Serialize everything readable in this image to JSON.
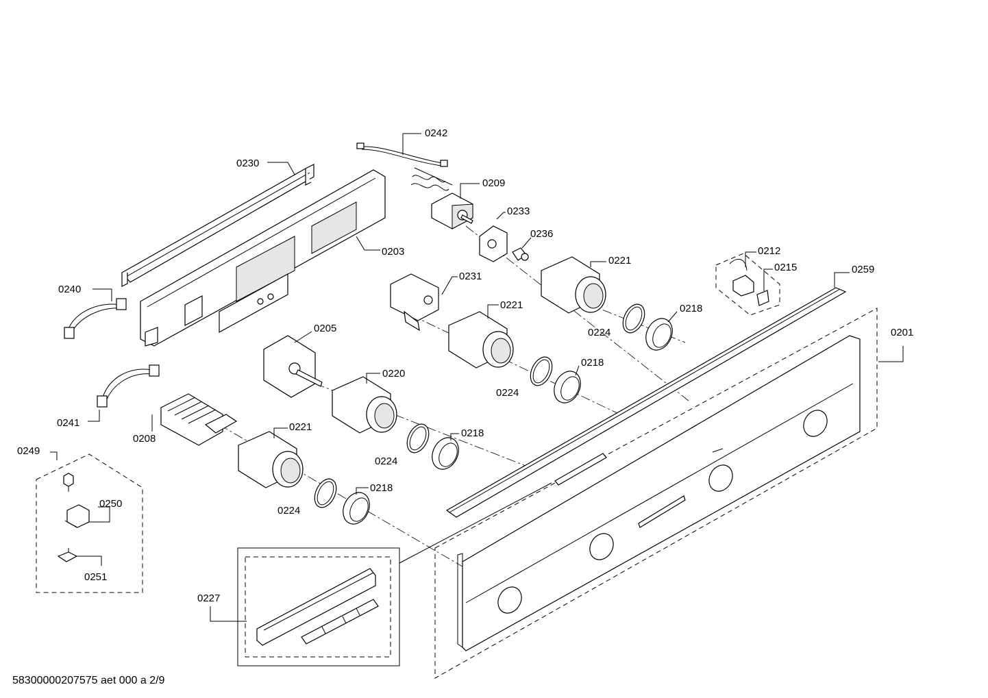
{
  "labels": {
    "l0242": "0242",
    "l0230": "0230",
    "l0209": "0209",
    "l0233": "0233",
    "l0236": "0236",
    "l0203": "0203",
    "l0221a": "0221",
    "l0212": "0212",
    "l0215": "0215",
    "l0259": "0259",
    "l0240": "0240",
    "l0231": "0231",
    "l0221b": "0221",
    "l0218a": "0218",
    "l0224a": "0224",
    "l0201": "0201",
    "l0205": "0205",
    "l0220": "0220",
    "l0218b": "0218",
    "l0224b": "0224",
    "l0241": "0241",
    "l0208": "0208",
    "l0221c": "0221",
    "l0218c": "0218",
    "l0224c": "0224",
    "l0249": "0249",
    "l0250": "0250",
    "l0251": "0251",
    "l0218d": "0218",
    "l0224d": "0224",
    "l0227": "0227"
  },
  "footer": "58300000207575 aet 000 a 2/9"
}
